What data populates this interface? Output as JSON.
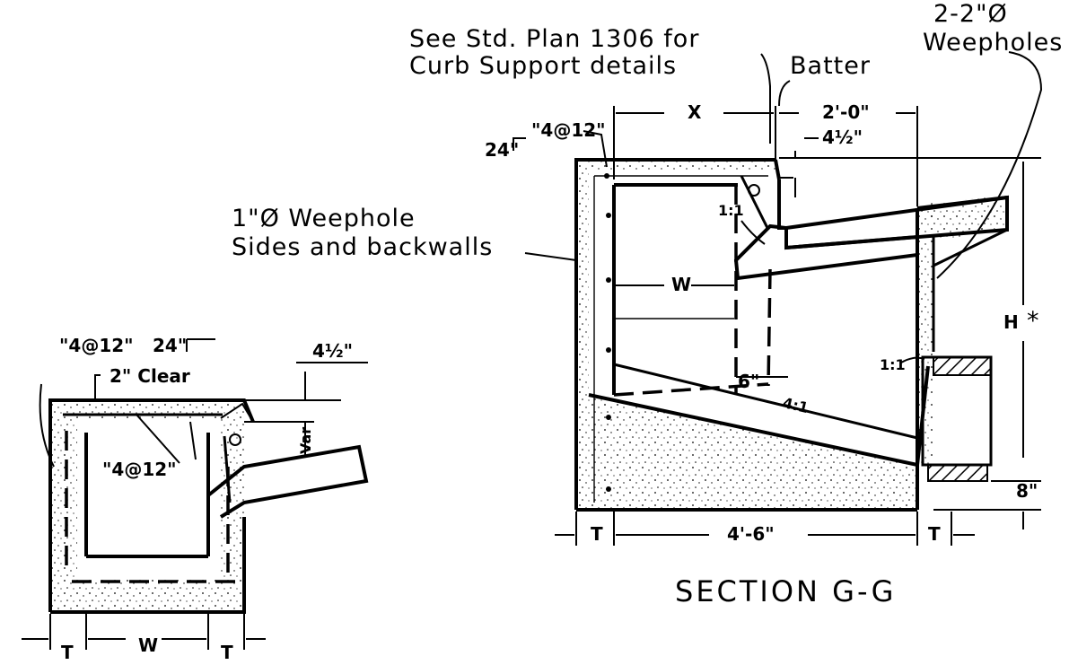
{
  "right_view": {
    "title": "SECTION G-G",
    "note_curb_line1": "See Std. Plan 1306 for",
    "note_curb_line2": "Curb Support details",
    "batter": "Batter",
    "weepholes_line1": "2-2\"Ø",
    "weepholes_line2": "Weepholes",
    "weephole_side_line1": "1\"Ø  Weephole",
    "weephole_side_line2": "Sides and backwalls",
    "bar_label": "\"4@12\"",
    "bar_length": "24\"",
    "dim_x": "X",
    "dim_2ft": "2'-0\"",
    "dim_4half": "4½\"",
    "dim_w": "W",
    "dim_6": "6\"",
    "slope_1_1_top": "1:1",
    "slope_1_1_lower": "1:1",
    "slope_4_1": "4:1",
    "dim_h": "H",
    "h_star": "*",
    "dim_8": "8\"",
    "dim_t_left": "T",
    "dim_width": "4'-6\"",
    "dim_t_right": "T"
  },
  "left_view": {
    "bar_label_top": "\"4@12\"",
    "bar_length_top": "24\"",
    "dim_4half": "4½\"",
    "clear": "2\" Clear",
    "var": "Var",
    "bar_label_inner": "\"4@12\"",
    "dim_t_left": "T",
    "dim_w": "W",
    "dim_t_right": "T"
  }
}
